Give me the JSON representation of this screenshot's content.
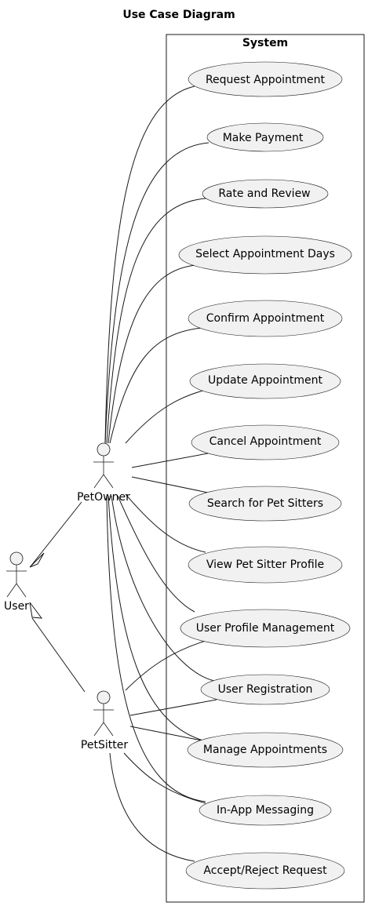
{
  "diagram": {
    "title": "Use Case Diagram",
    "system_label": "System",
    "actors": {
      "petowner": "PetOwner",
      "user": "User",
      "petsitter": "PetSitter"
    },
    "use_cases": [
      "Request Appointment",
      "Make Payment",
      "Rate and Review",
      "Select Appointment Days",
      "Confirm Appointment",
      "Update Appointment",
      "Cancel Appointment",
      "Search for Pet Sitters",
      "View Pet Sitter Profile",
      "User Profile Management",
      "User Registration",
      "Manage Appointments",
      "In-App Messaging",
      "Accept/Reject Request"
    ]
  }
}
